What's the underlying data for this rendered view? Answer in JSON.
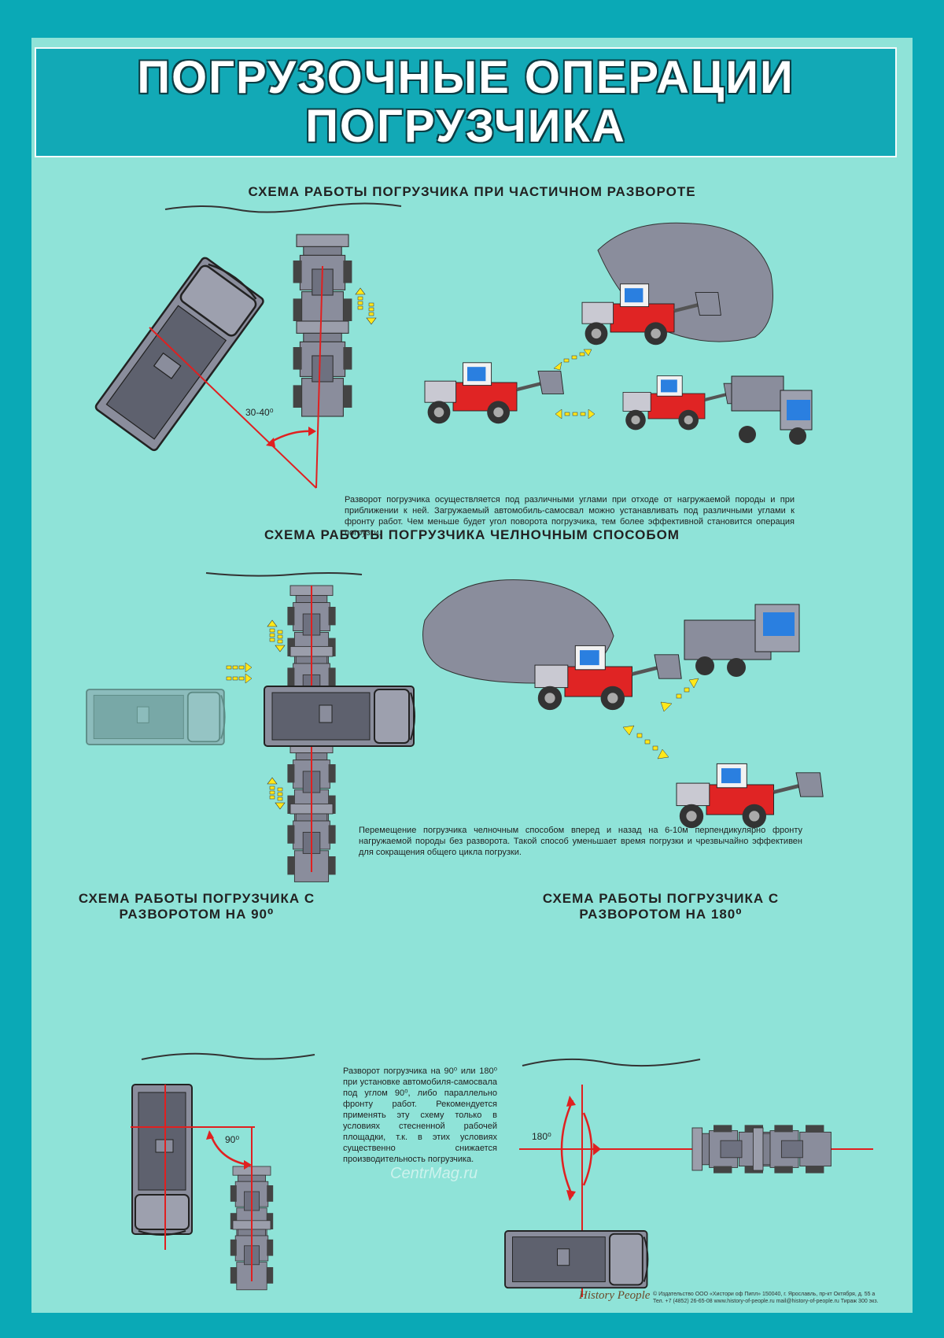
{
  "title": {
    "line1": "ПОГРУЗОЧНЫЕ ОПЕРАЦИИ",
    "line2": "ПОГРУЗЧИКА"
  },
  "section1": {
    "heading": "СХЕМА РАБОТЫ ПОГРУЗЧИКА ПРИ ЧАСТИЧНОМ РАЗВОРОТЕ",
    "angle_label": "30-40⁰",
    "text": "Разворот погрузчика осуществляется под различными углами при отходе от нагружаемой породы и при приближении к ней. Загружаемый автомобиль-самосвал можно устанавливать под различными углами к фронту работ. Чем меньше будет угол поворота погрузчика, тем более эффективной становится операция погрузки."
  },
  "section2": {
    "heading": "СХЕМА РАБОТЫ ПОГРУЗЧИКА ЧЕЛНОЧНЫМ СПОСОБОМ",
    "text": "Перемещение погрузчика челночным способом вперед и назад на 6-10м перпендикулярно фронту нагружаемой породы без разворота. Такой способ уменьшает время погрузки и чрезвычайно эффективен для сокращения общего цикла погрузки."
  },
  "section3": {
    "heading_line1": "СХЕМА РАБОТЫ ПОГРУЗЧИКА С",
    "heading_line2": "РАЗВОРОТОМ НА 90⁰",
    "angle_label": "90⁰"
  },
  "section4": {
    "heading_line1": "СХЕМА РАБОТЫ ПОГРУЗЧИКА С",
    "heading_line2": "РАЗВОРОТОМ НА 180⁰",
    "angle_label": "180⁰"
  },
  "middle_text": "Разворот погрузчика на 90⁰ или 180⁰ при установке автомобиля-самосвала под углом 90⁰, либо параллельно фронту работ. Рекомендуется применять эту схему только в условиях стесненной рабочей площадки, т.к. в этих условиях существенно снижается производительность погрузчика.",
  "watermark": "CentrMag.ru",
  "footer": {
    "brand": "History People",
    "line1": "© Издательство ООО «Хистори оф Пипл» 150040, г. Ярославль, пр-кт Октября, д. 55 а",
    "line2": "Тел. +7 (4852) 26-65-08 www.history-of-people.ru mail@history-of-people.ru Тираж 300 экз."
  },
  "colors": {
    "background": "#0aa9b6",
    "poster": "#8fe3d8",
    "loader_red": "#e02424",
    "cab_blue": "#2a7fe0",
    "vehicle_gray": "#8a8d9c",
    "guide_red": "#e02020",
    "arrow_yellow": "#ffe81a"
  }
}
